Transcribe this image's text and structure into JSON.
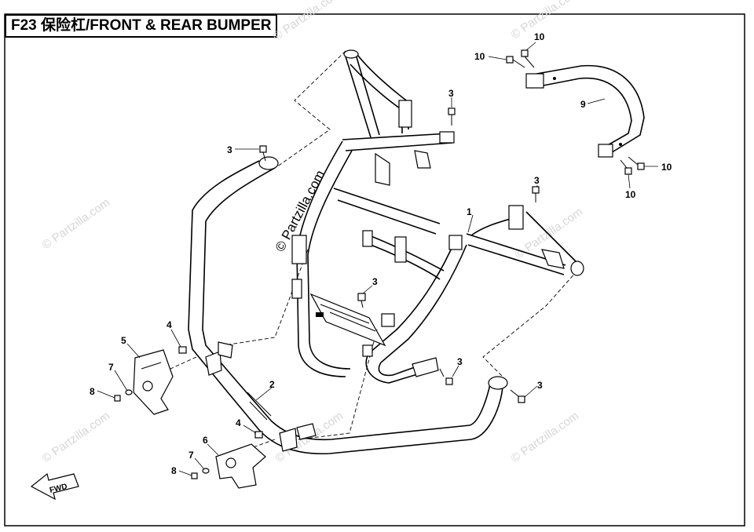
{
  "title": "F23 保险杠/FRONT & REAR BUMPER",
  "callouts": {
    "c1": "1",
    "c2": "2",
    "c3a": "3",
    "c3b": "3",
    "c3c": "3",
    "c3d": "3",
    "c3e": "3",
    "c3f": "3",
    "c4a": "4",
    "c4b": "4",
    "c5": "5",
    "c6": "6",
    "c7a": "7",
    "c7b": "7",
    "c8a": "8",
    "c8b": "8",
    "c9": "9",
    "c10a": "10",
    "c10b": "10",
    "c10c": "10",
    "c10d": "10"
  },
  "watermark": "© Partzilla.com",
  "fwd_label": "FWD"
}
